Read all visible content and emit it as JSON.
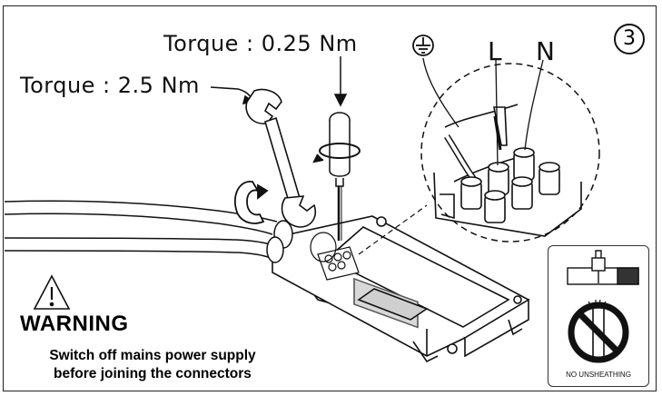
{
  "diagram": {
    "step_number": "3",
    "torque_screwdriver": "Torque : 0.25 Nm",
    "torque_wrench": "Torque : 2.5 Nm",
    "terminal_live": "L",
    "terminal_neutral": "N",
    "warning_title": "WARNING",
    "warning_line1": "Switch off mains power supply",
    "warning_line2": "before joining the connectors",
    "no_unsheathing": "NO UNSHEATHING",
    "colors": {
      "line": "#111111",
      "background": "#ffffff",
      "shade": "#9a9a9a"
    },
    "icons": [
      "earth-ground-icon",
      "warning-triangle-icon",
      "screwdriver-icon",
      "wrench-icon",
      "rotation-arrow-icon",
      "prohibition-icon"
    ]
  }
}
